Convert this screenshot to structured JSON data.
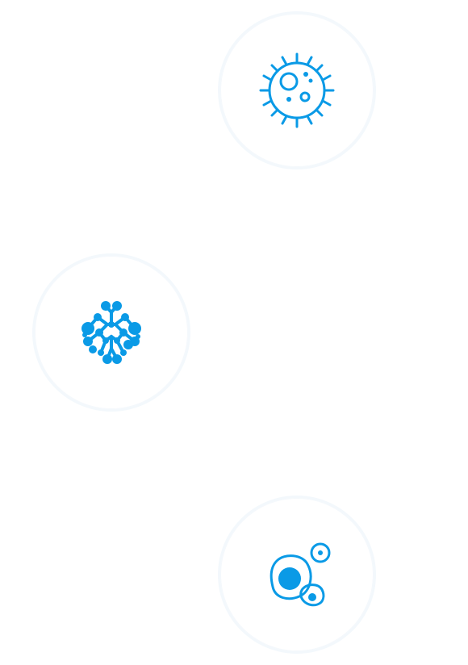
{
  "theme": {
    "accent": "#0a9ae6",
    "ring": "#f3f8fc",
    "background": "#ffffff"
  },
  "icons": [
    {
      "id": "virus",
      "icon": "virus-icon"
    },
    {
      "id": "brain",
      "icon": "brain-network-icon"
    },
    {
      "id": "cells",
      "icon": "cells-icon"
    }
  ]
}
